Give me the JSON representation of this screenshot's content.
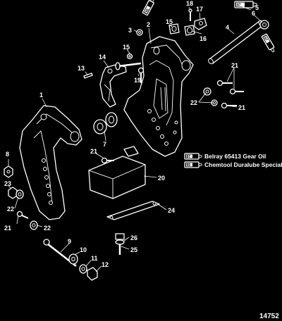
{
  "callouts": [
    {
      "id": "c1",
      "text": "1"
    },
    {
      "id": "c2",
      "text": "2"
    },
    {
      "id": "c3",
      "text": "3"
    },
    {
      "id": "c4",
      "text": "4"
    },
    {
      "id": "c5",
      "text": "5"
    },
    {
      "id": "c6",
      "text": "6"
    },
    {
      "id": "c7",
      "text": "7"
    },
    {
      "id": "c8",
      "text": "8"
    },
    {
      "id": "c9",
      "text": "9"
    },
    {
      "id": "c10",
      "text": "10"
    },
    {
      "id": "c11",
      "text": "11"
    },
    {
      "id": "c12",
      "text": "12"
    },
    {
      "id": "c13",
      "text": "13"
    },
    {
      "id": "c14",
      "text": "14"
    },
    {
      "id": "c15a",
      "text": "15"
    },
    {
      "id": "c15b",
      "text": "15"
    },
    {
      "id": "c16",
      "text": "16"
    },
    {
      "id": "c17",
      "text": "17"
    },
    {
      "id": "c18",
      "text": "18"
    },
    {
      "id": "c19",
      "text": "19"
    },
    {
      "id": "c20",
      "text": "20"
    },
    {
      "id": "c21a",
      "text": "21"
    },
    {
      "id": "c21b",
      "text": "21"
    },
    {
      "id": "c21c",
      "text": "21"
    },
    {
      "id": "c21d",
      "text": "21"
    },
    {
      "id": "c22a",
      "text": "22"
    },
    {
      "id": "c22b",
      "text": "22"
    },
    {
      "id": "c22c",
      "text": "22"
    },
    {
      "id": "c23",
      "text": "23"
    },
    {
      "id": "c24",
      "text": "24"
    },
    {
      "id": "c25",
      "text": "25"
    },
    {
      "id": "c26",
      "text": "26"
    }
  ],
  "lubricant_tubes": [
    {
      "code": "87"
    },
    {
      "code": "95"
    },
    {
      "code": "87"
    }
  ],
  "legend": [
    {
      "code": "87",
      "label": "Belray 65413 Gear Oil"
    },
    {
      "code": "95",
      "label": "Chemtool Duralube Special"
    }
  ],
  "drawing_number": "14752",
  "colors": {
    "background": "#000000",
    "line": "#ffffff"
  }
}
